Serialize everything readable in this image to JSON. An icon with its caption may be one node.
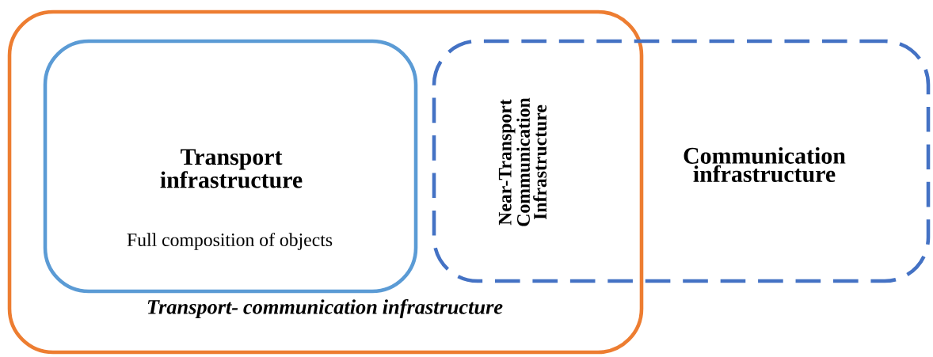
{
  "diagram": {
    "nodes": [
      {
        "text": [
          "Transport- communication infrastructure"
        ]
      },
      {
        "text": [
          "Transport infrastructure",
          "Full composition of objects"
        ],
        "in": 0
      },
      {
        "text": [
          "Communication infrastructure"
        ]
      }
    ],
    "labels": [
      "Near-Transport Communication Infrastructure"
    ]
  }
}
